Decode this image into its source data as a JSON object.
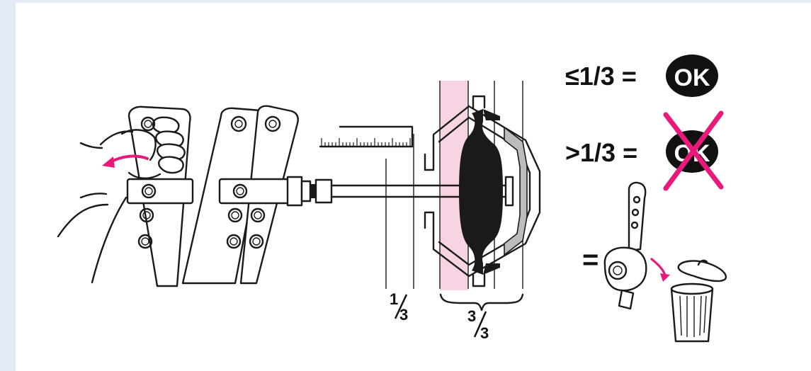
{
  "legend": {
    "ok_condition": "≤1/3 =",
    "ok_badge": "OK",
    "not_ok_condition": ">1/3 =",
    "not_ok_badge": "OK",
    "replace_sign": "="
  },
  "measurements": {
    "one_third_numerator": "1",
    "one_third_denominator": "3",
    "three_thirds_numerator": "3",
    "three_thirds_denominator": "3"
  },
  "colors": {
    "accent_pink": "#e8197b",
    "pink_band": "#f7d4e3",
    "ink": "#1a1a1a",
    "badge_bg": "#111111",
    "frame_bg": "#e3ebf4"
  },
  "icons": [
    "hand-pulling-icon",
    "arrow-left-icon",
    "slack-adjuster-icon",
    "ruler-icon",
    "brake-chamber-icon",
    "trash-can-icon",
    "cross-out-icon"
  ]
}
